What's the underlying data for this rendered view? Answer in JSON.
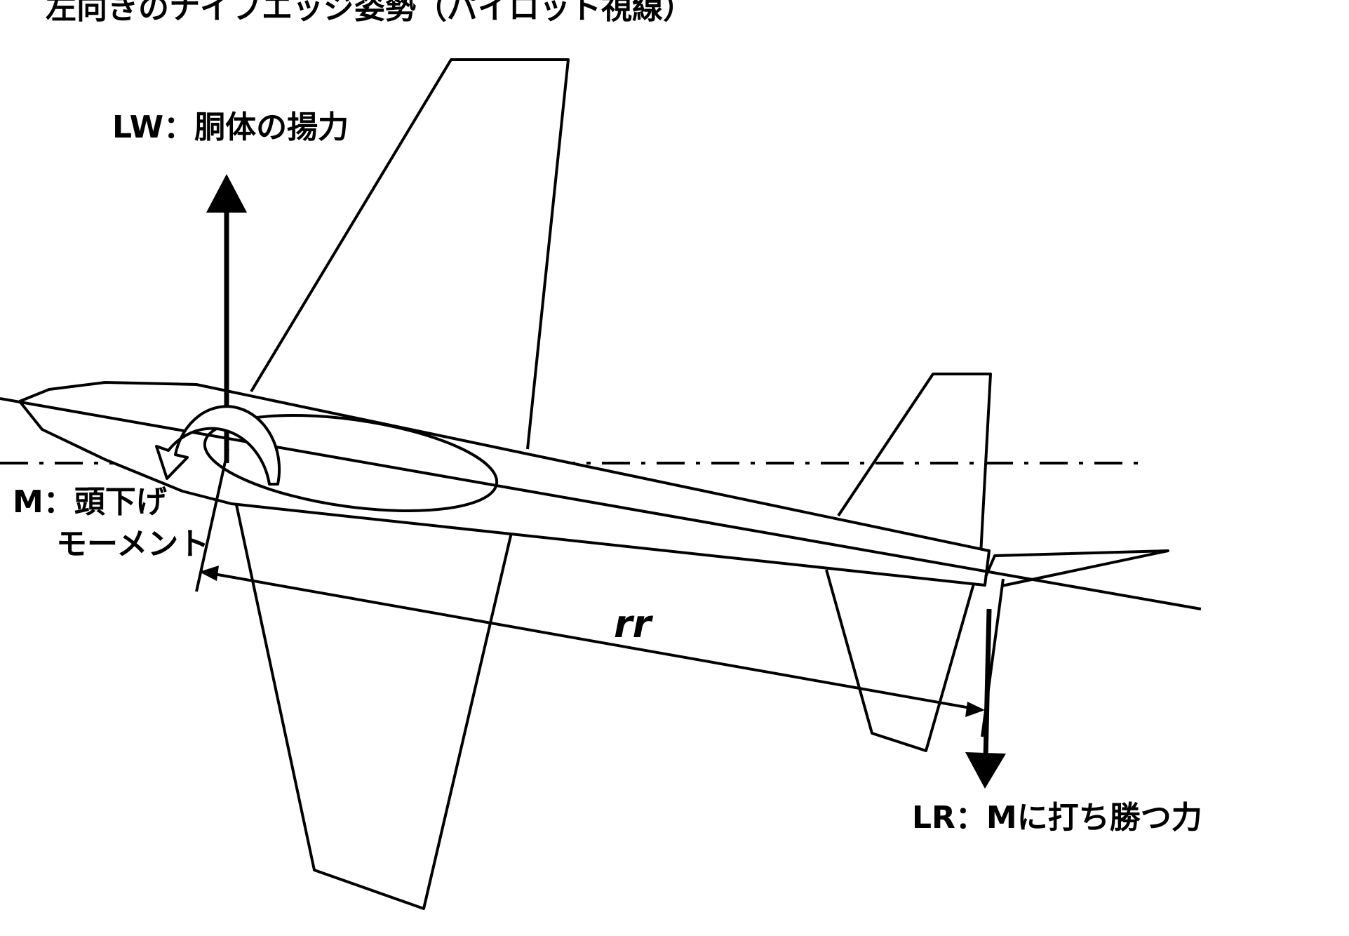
{
  "diagram": {
    "title": "左向きのナイフエッジ姿勢（パイロット視線）",
    "labels": {
      "lw": "LW：胴体の揚力",
      "m_line1": "M：頭下げ",
      "m_line2": "モーメント",
      "rr": "rr",
      "lr": "LR：Mに打ち勝つ力"
    },
    "colors": {
      "stroke": "#000000",
      "background": "#ffffff"
    }
  }
}
